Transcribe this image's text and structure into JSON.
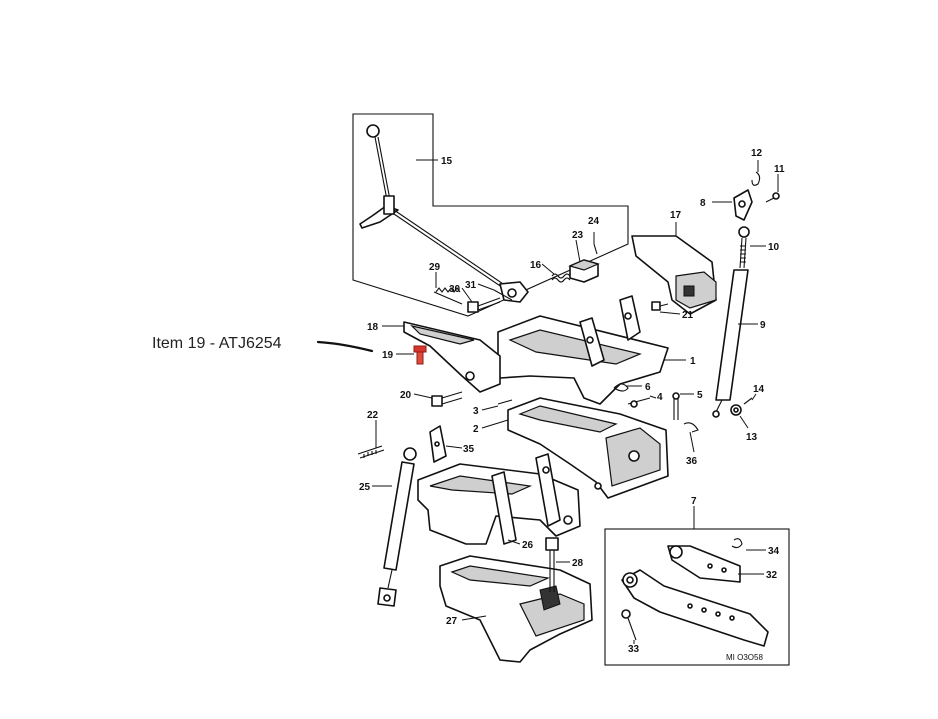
{
  "annotation": {
    "text": "Item 19 - ATJ6254",
    "highlight_color": "#d9362b"
  },
  "drawing_code": "MI   O3O58",
  "part_numbers": {
    "p1": "1",
    "p2": "2",
    "p3": "3",
    "p4": "4",
    "p5": "5",
    "p6": "6",
    "p7": "7",
    "p8": "8",
    "p9": "9",
    "p10": "10",
    "p11": "11",
    "p12": "12",
    "p13": "13",
    "p14": "14",
    "p15": "15",
    "p16": "16",
    "p17": "17",
    "p18": "18",
    "p19": "19",
    "p20": "20",
    "p21": "21",
    "p22": "22",
    "p23": "23",
    "p24": "24",
    "p25": "25",
    "p26": "26",
    "p27": "27",
    "p28": "28",
    "p29": "29",
    "p30": "30",
    "p31": "31",
    "p32": "32",
    "p33": "33",
    "p34": "34",
    "p35": "35",
    "p36": "36"
  }
}
